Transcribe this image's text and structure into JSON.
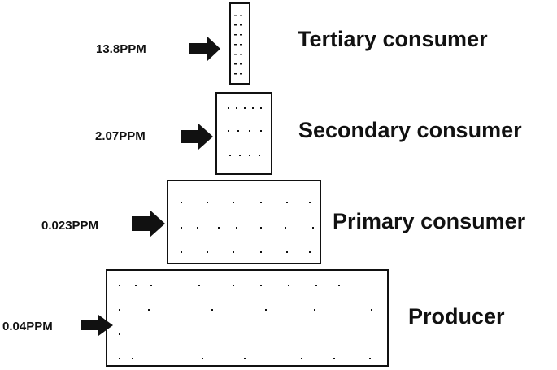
{
  "levels": [
    {
      "name": "Tertiary consumer",
      "concentration": "13.8PPM"
    },
    {
      "name": "Secondary consumer",
      "concentration": "2.07PPM"
    },
    {
      "name": "Primary consumer",
      "concentration": "0.023PPM"
    },
    {
      "name": "Producer",
      "concentration": "0.04PPM"
    }
  ]
}
